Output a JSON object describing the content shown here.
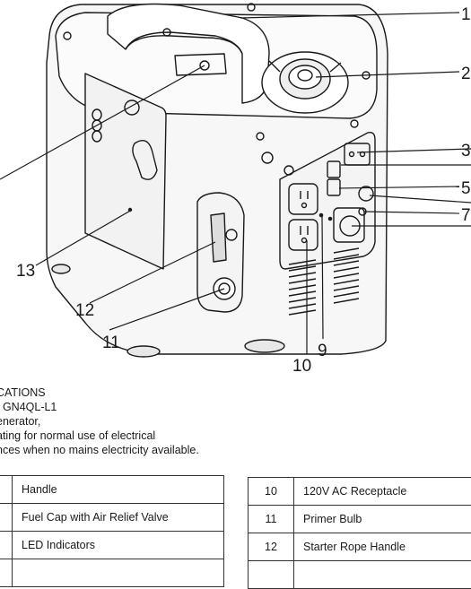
{
  "callouts": [
    "1",
    "2",
    "3",
    "5",
    "7",
    "9",
    "10",
    "11",
    "12",
    "13"
  ],
  "specs": {
    "line1": "CATIONS",
    "line2": ": GN4QL-L1",
    "line3": "enerator,",
    "line4": "ating for normal use of electrical",
    "line5": "nces when no mains electricity available."
  },
  "parts_left": [
    {
      "num": "",
      "name": "Handle"
    },
    {
      "num": "",
      "name": "Fuel Cap with Air Relief Valve"
    },
    {
      "num": "",
      "name": "LED Indicators"
    },
    {
      "num": "",
      "name": ""
    }
  ],
  "parts_right": [
    {
      "num": "10",
      "name": "120V AC Receptacle"
    },
    {
      "num": "11",
      "name": "Primer Bulb"
    },
    {
      "num": "12",
      "name": "Starter Rope Handle"
    },
    {
      "num": "",
      "name": ""
    }
  ]
}
